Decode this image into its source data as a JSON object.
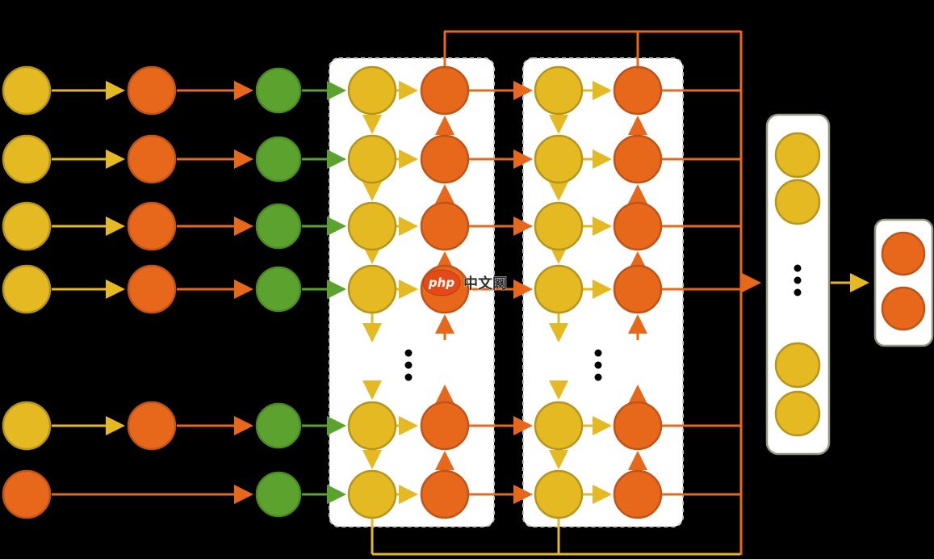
{
  "watermark": {
    "logo_text": "php",
    "site_text": "中文网"
  },
  "colors": {
    "background": "#000000",
    "gold": "#E5B921",
    "gold-border": "#B6951C",
    "orange": "#E7681B",
    "orange-border": "#C05317",
    "green": "#5CA22E",
    "green-border": "#4A8C21",
    "box-fill": "#FFFFFF",
    "box-border": "#C6C6C6",
    "panel-border": "#96967C",
    "dot": "#000000",
    "watermark-badge": "#E44A17",
    "watermark-text": "#2E2E2E"
  },
  "structure": {
    "input_rows": 6,
    "recurrent_blocks": 2,
    "rows_per_block": 6,
    "pooling_nodes": 4,
    "output_nodes": 2
  }
}
